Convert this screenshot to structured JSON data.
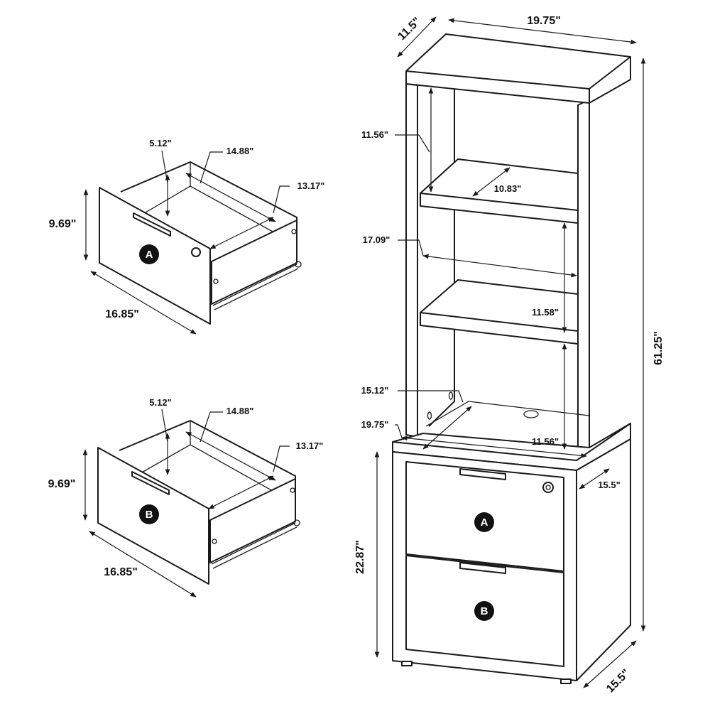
{
  "drawer_a": {
    "badge": "A",
    "height": "9.69\"",
    "depth": "16.85\"",
    "inner_height": "5.12\"",
    "inner_depth": "14.88\"",
    "inner_width": "13.17\""
  },
  "drawer_b": {
    "badge": "B",
    "height": "9.69\"",
    "depth": "16.85\"",
    "inner_height": "5.12\"",
    "inner_depth": "14.88\"",
    "inner_width": "13.17\""
  },
  "cabinet": {
    "top_depth": "11.5\"",
    "top_width": "19.75\"",
    "overall_height": "61.25\"",
    "shelf1_height": "11.56\"",
    "shelf_depth": "10.83\"",
    "inner_width": "17.09\"",
    "shelf2_height": "11.58\"",
    "base_depth": "15.12\"",
    "shelf3_height": "11.56\"",
    "base_width": "19.75\"",
    "base_top_depth": "15.5\"",
    "base_height": "22.87\"",
    "base_bottom_depth": "15.5\"",
    "drawer_a_badge": "A",
    "drawer_b_badge": "B"
  }
}
